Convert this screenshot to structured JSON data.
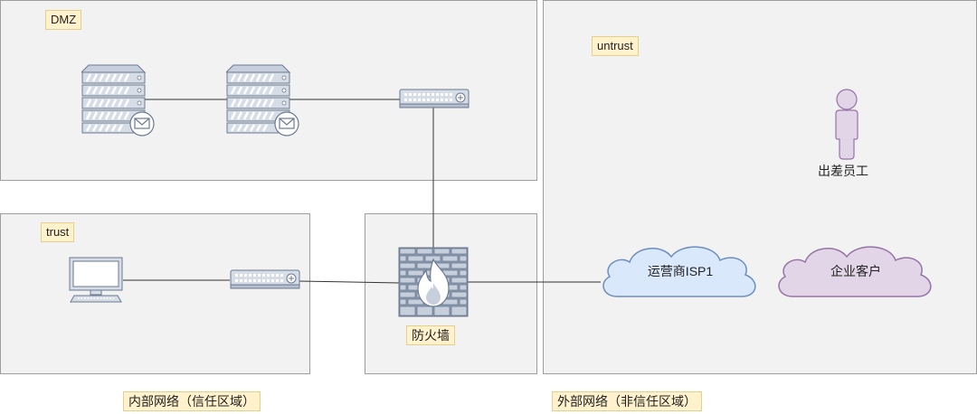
{
  "zones": {
    "dmz": {
      "label": "DMZ"
    },
    "trust": {
      "label": "trust"
    },
    "untrust": {
      "label": "untrust"
    }
  },
  "nodes": {
    "mail_server_1": {
      "icon": "mail-server-icon"
    },
    "mail_server_2": {
      "icon": "mail-server-icon"
    },
    "dmz_switch": {
      "icon": "switch-icon"
    },
    "trust_pc": {
      "icon": "desktop-pc-icon"
    },
    "trust_switch": {
      "icon": "switch-icon"
    },
    "firewall": {
      "icon": "firewall-icon",
      "label": "防火墙"
    },
    "isp_cloud": {
      "icon": "cloud-icon",
      "label": "运营商ISP1",
      "color": "#dae8fc"
    },
    "enterprise_cloud": {
      "icon": "cloud-icon",
      "label": "企业客户",
      "color": "#e1d5e7"
    },
    "remote_employee": {
      "icon": "user-icon",
      "label": "出差员工"
    }
  },
  "footer": {
    "internal_network": "内部网络（信任区域）",
    "external_network": "外部网络（非信任区域）"
  },
  "colors": {
    "zone_fill": "#f2f2f2",
    "tag_fill": "#fff2cc",
    "isp_cloud_fill": "#dae8fc",
    "isp_cloud_stroke": "#6c8ebf",
    "enterprise_cloud_fill": "#e1d5e7",
    "enterprise_cloud_stroke": "#9673a6"
  }
}
